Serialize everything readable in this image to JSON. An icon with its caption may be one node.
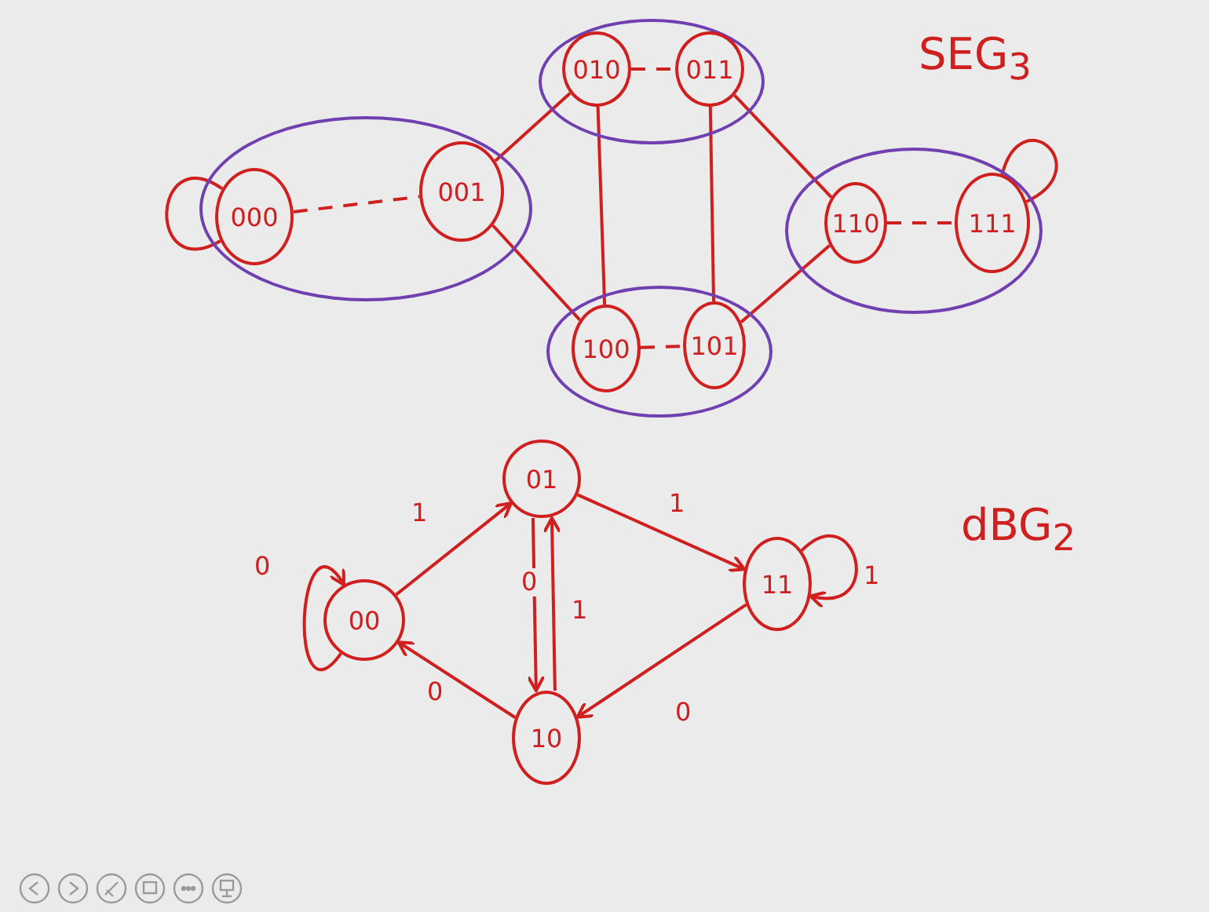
{
  "diagram": {
    "nodes": [
      {
        "text": [],
        "shape": "ellipse"
      },
      {
        "text": [
          "010"
        ],
        "in": 0
      },
      {
        "text": [
          "011"
        ],
        "in": 0
      },
      {
        "text": [],
        "shape": "ellipse"
      },
      {
        "text": [
          "000"
        ],
        "in": 3
      },
      {
        "text": [
          "001"
        ],
        "in": 3
      },
      {
        "text": [],
        "shape": "ellipse"
      },
      {
        "text": [
          "110"
        ],
        "in": 6
      },
      {
        "text": [
          "111"
        ],
        "in": 6
      },
      {
        "text": [],
        "shape": "ellipse"
      },
      {
        "text": [
          "100"
        ],
        "in": 9
      },
      {
        "text": [
          "101"
        ],
        "in": 9
      },
      {
        "text": [
          "01"
        ]
      },
      {
        "text": [
          "00"
        ]
      },
      {
        "text": [
          "11"
        ]
      },
      {
        "text": [
          "10"
        ]
      }
    ],
    "edges": [
      {
        "from": 4,
        "to": 4,
        "arrow": "none"
      },
      {
        "from": 4,
        "to": 5,
        "arrow": "none",
        "style": "dashed"
      },
      {
        "from": 1,
        "to": 2,
        "arrow": "none",
        "style": "dashed"
      },
      {
        "from": 5,
        "to": 1,
        "arrow": "none"
      },
      {
        "from": 5,
        "to": 10,
        "arrow": "none"
      },
      {
        "from": 1,
        "to": 10,
        "arrow": "none"
      },
      {
        "from": 2,
        "to": 11,
        "arrow": "none"
      },
      {
        "from": 2,
        "to": 7,
        "arrow": "none"
      },
      {
        "from": 11,
        "to": 7,
        "arrow": "none"
      },
      {
        "from": 10,
        "to": 11,
        "arrow": "none",
        "style": "dashed"
      },
      {
        "from": 7,
        "to": 8,
        "arrow": "none",
        "style": "dashed"
      },
      {
        "from": 8,
        "to": 8,
        "arrow": "none"
      },
      {
        "from": 13,
        "to": 13,
        "arrow": "to",
        "label": "0"
      },
      {
        "from": 13,
        "to": 12,
        "arrow": "to",
        "label": "1"
      },
      {
        "from": 12,
        "to": 15,
        "arrow": "to",
        "label": "0"
      },
      {
        "from": 15,
        "to": 12,
        "arrow": "to",
        "label": "1"
      },
      {
        "from": 12,
        "to": 14,
        "arrow": "to",
        "label": "1"
      },
      {
        "from": 14,
        "to": 14,
        "arrow": "to",
        "label": "1"
      },
      {
        "from": 14,
        "to": 15,
        "arrow": "to",
        "label": "0"
      },
      {
        "from": 15,
        "to": 13,
        "arrow": "to",
        "label": "0"
      }
    ],
    "labels": [
      "SEG$_{3}$",
      "dBG$_{2}$"
    ]
  }
}
